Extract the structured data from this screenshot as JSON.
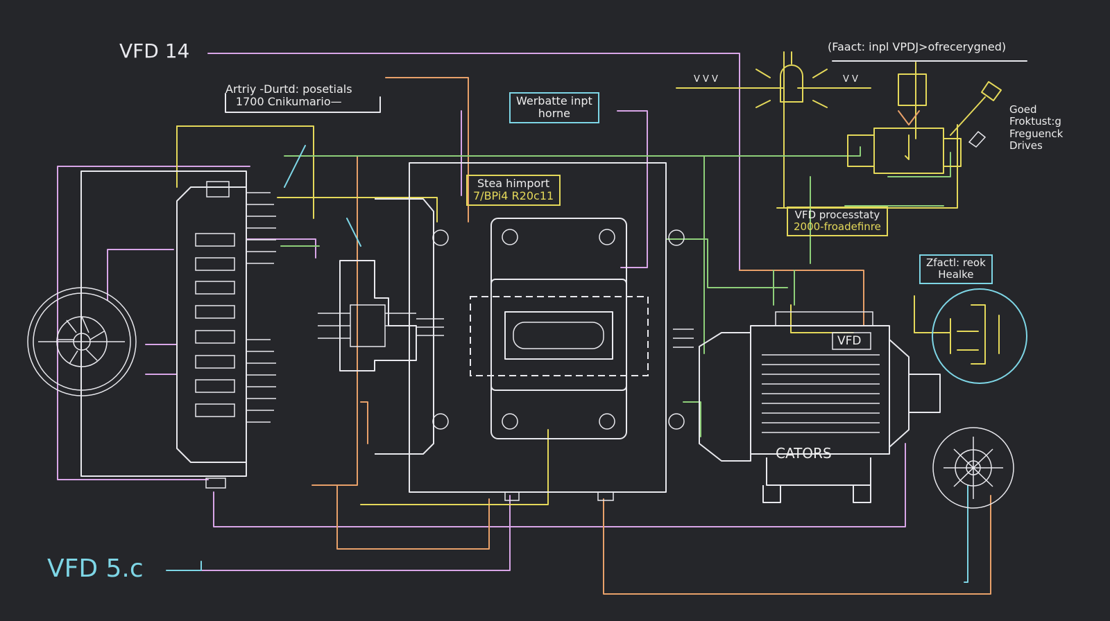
{
  "colors": {
    "background": "#25262a",
    "pink": "#d9a6e8",
    "orange": "#e9a16a",
    "yellow": "#e5d95a",
    "green": "#8fd07a",
    "cyan": "#7ed6e6",
    "white": "#e9e9ee"
  },
  "labels": {
    "vfd_14": "VFD 14",
    "vfd_5c": "VFD 5.c",
    "top_left_line1": "Artriy -Durtd: posetials",
    "top_left_line2": "1700 Cnikumario—",
    "top_right_caption": "(Faact: inpl  VPDJ>ofrecerygned)",
    "side_right": [
      "Goed",
      "Froktust:g",
      "Freguenck",
      "Drives"
    ],
    "caps_vvv_left": "V  V  V",
    "caps_vvv_right": "V      V",
    "motor_plate": "VFD",
    "motor_name": "CATORS"
  },
  "boxes": {
    "cyan_top": [
      "Werbatte inpt",
      "horne"
    ],
    "yellow_mid": [
      "Stea  himport",
      "7/BPi4 R20c11"
    ],
    "yellow_right": [
      "VFD  processtaty",
      "2000-froadefinre"
    ],
    "cyan_right": [
      "Zfactl: reok",
      "Healke"
    ]
  },
  "icons": [
    "fan-icon",
    "fan-icon",
    "lamp-icon",
    "gauge-icon",
    "sensor-icon",
    "wrench-icon",
    "terminal-screw-icon"
  ]
}
